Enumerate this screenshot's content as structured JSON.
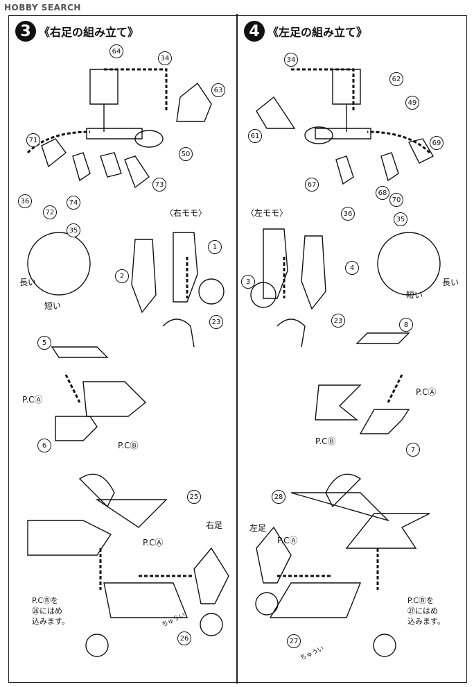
{
  "watermark": "HOBBY SEARCH",
  "step3": {
    "number": "3",
    "title": "《右足の組み立て》"
  },
  "step4": {
    "number": "4",
    "title": "《左足の組み立て》"
  },
  "right_thigh": "〈右モモ〉",
  "left_thigh": "〈左モモ〉",
  "long": "長い",
  "short": "短い",
  "pc_a": "P.CⒶ",
  "pc_b": "P.CⒷ",
  "right_leg": "右足",
  "left_leg": "左足",
  "note_right": [
    "P.CⒷを",
    "㉖にはめ",
    "込みます。"
  ],
  "note_left": [
    "P.CⒷを",
    "㉗にはめ",
    "込みます。"
  ],
  "arrow_label": "ちゅうい",
  "parts_left": [
    "64",
    "34",
    "63",
    "71",
    "50",
    "36",
    "72",
    "74",
    "73",
    "35",
    "1",
    "2",
    "23",
    "5",
    "6",
    "25",
    "26"
  ],
  "parts_right": [
    "34",
    "62",
    "49",
    "61",
    "69",
    "67",
    "68",
    "70",
    "36",
    "35",
    "4",
    "3",
    "23",
    "8",
    "7",
    "28",
    "27"
  ]
}
